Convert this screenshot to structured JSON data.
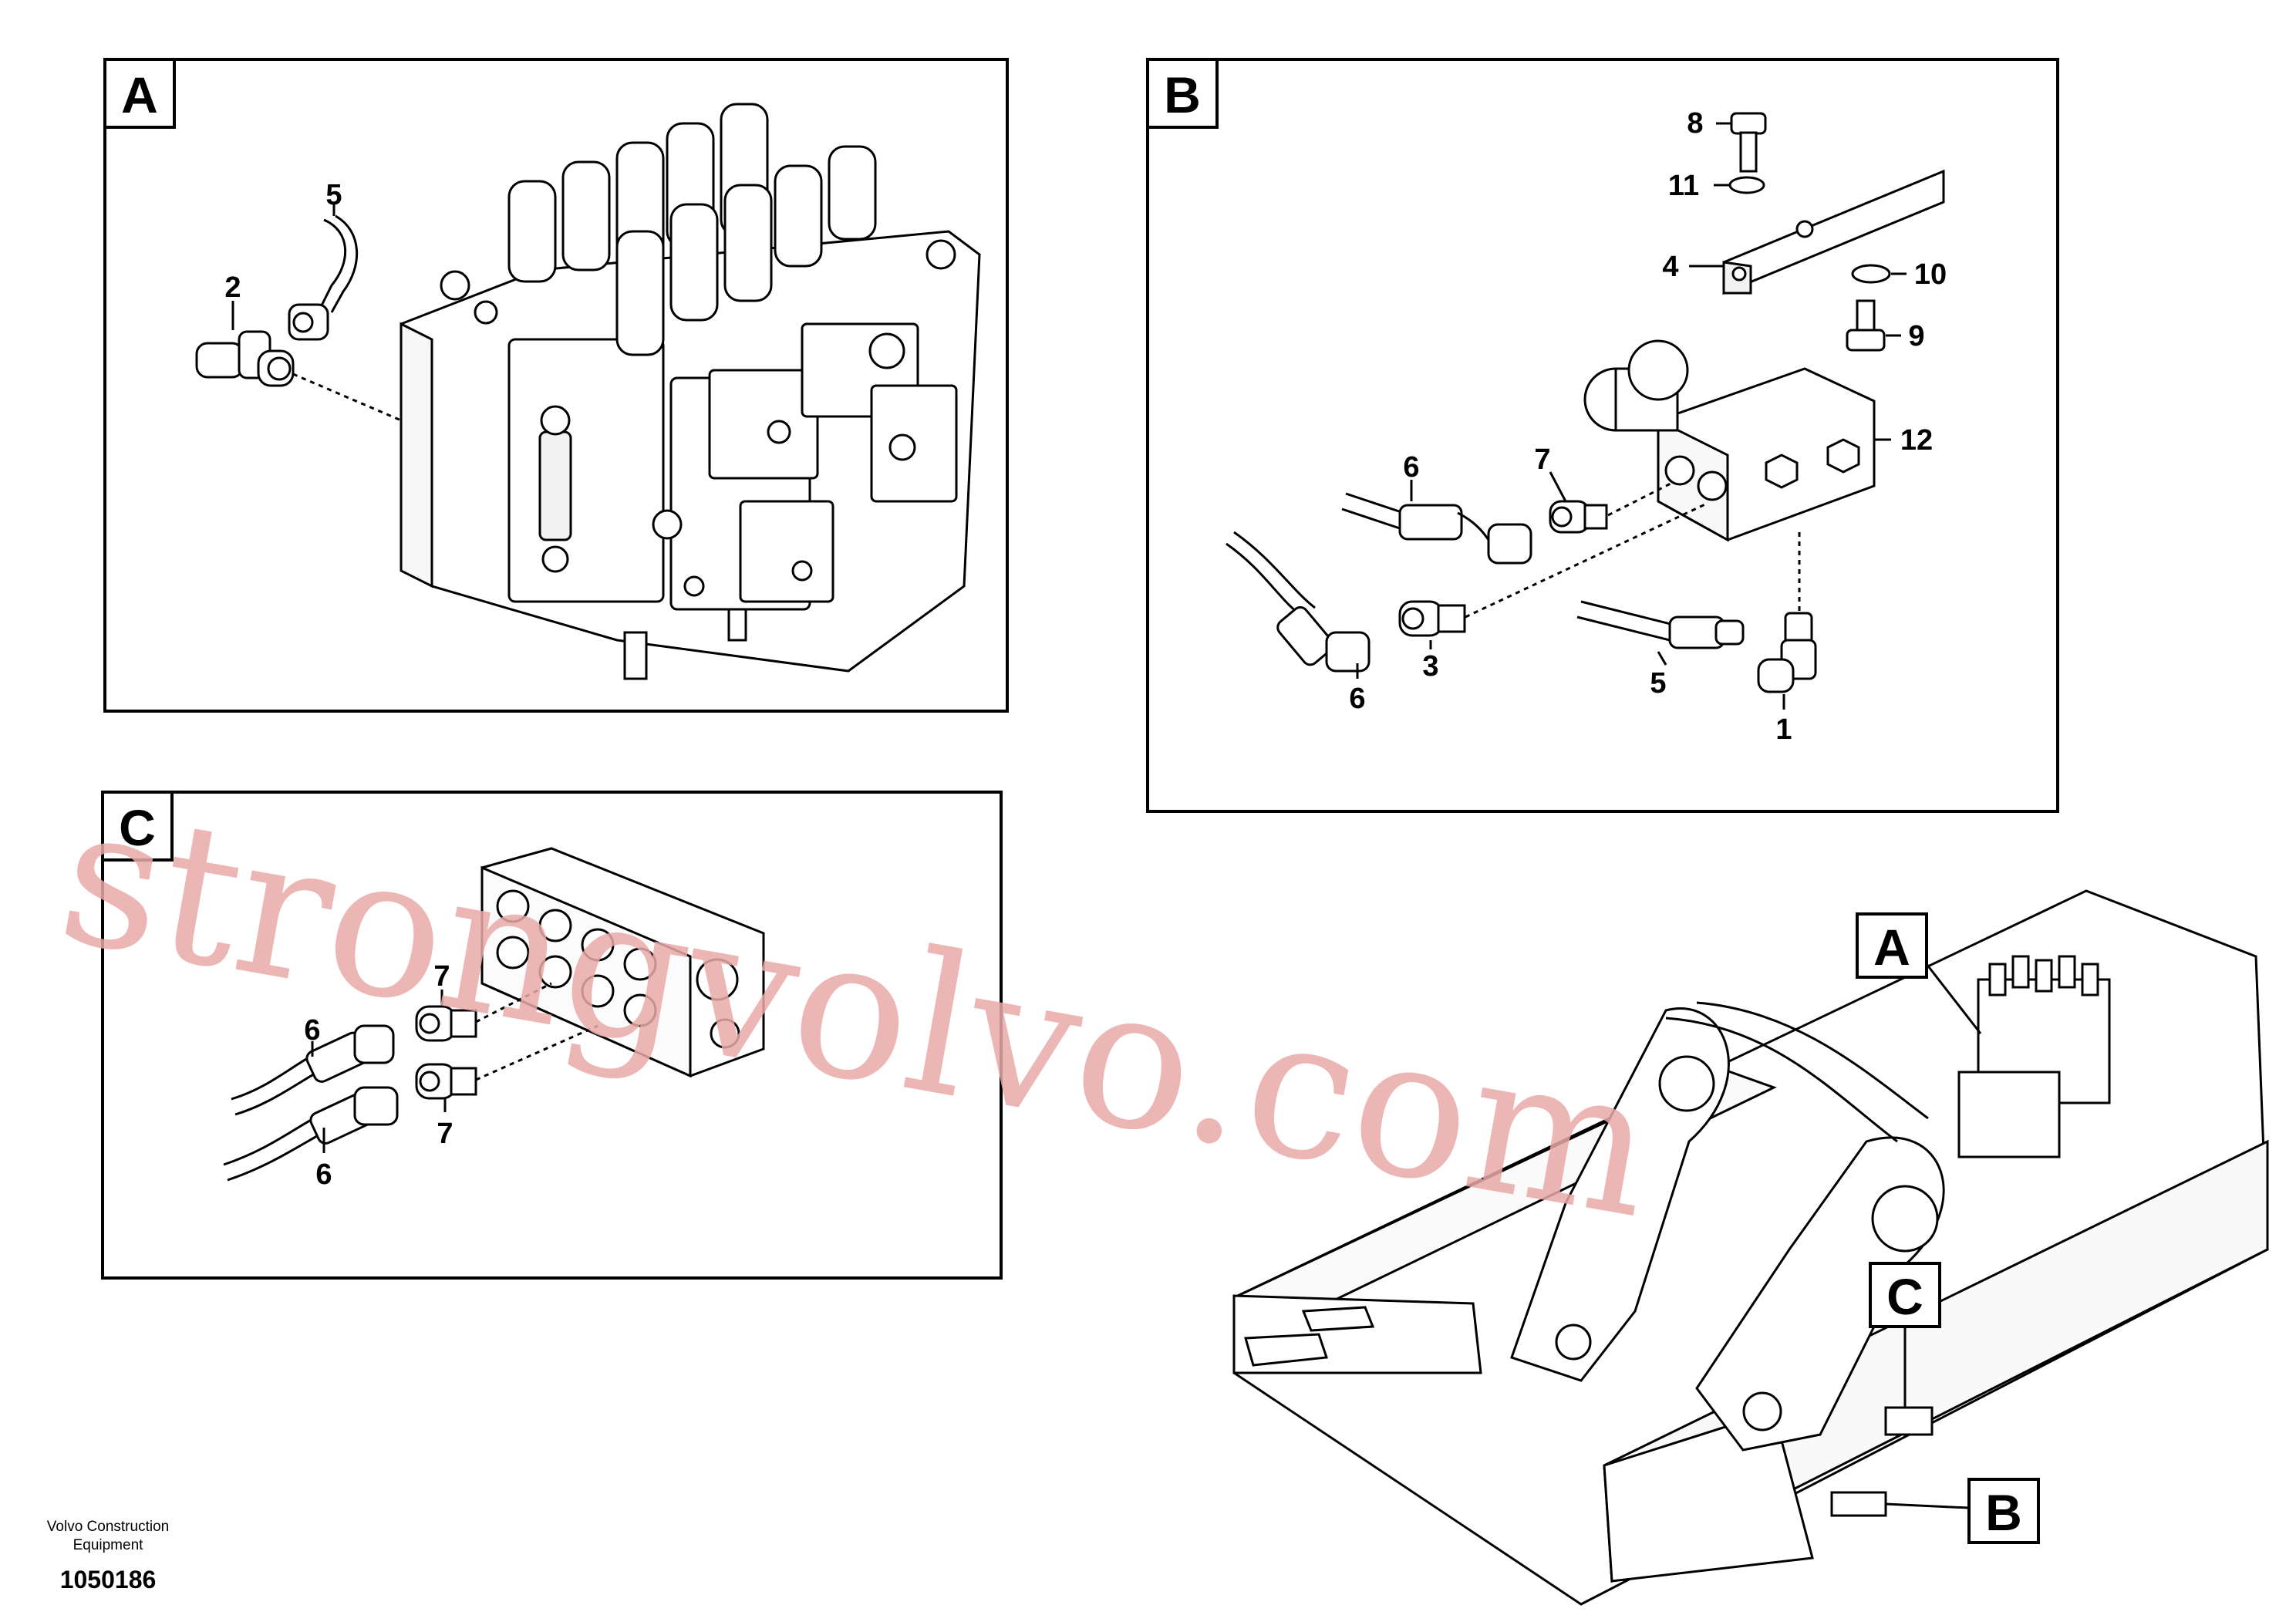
{
  "panels": {
    "a": {
      "letter": "A",
      "labels": {
        "n2": "2",
        "n5": "5"
      }
    },
    "b": {
      "letter": "B",
      "labels": {
        "n8": "8",
        "n11": "11",
        "n4": "4",
        "n10": "10",
        "n9": "9",
        "n12": "12",
        "n6a": "6",
        "n7": "7",
        "n6b": "6",
        "n3": "3",
        "n5": "5",
        "n1": "1"
      }
    },
    "c": {
      "letter": "C",
      "labels": {
        "n7a": "7",
        "n6a": "6",
        "n7b": "7",
        "n6b": "6"
      }
    }
  },
  "overview": {
    "callout_a": "A",
    "callout_b": "B",
    "callout_c": "C"
  },
  "watermark": "strongvolvo.com",
  "footer": {
    "company_line1": "Volvo Construction",
    "company_line2": "Equipment",
    "drawing_number": "1050186"
  }
}
